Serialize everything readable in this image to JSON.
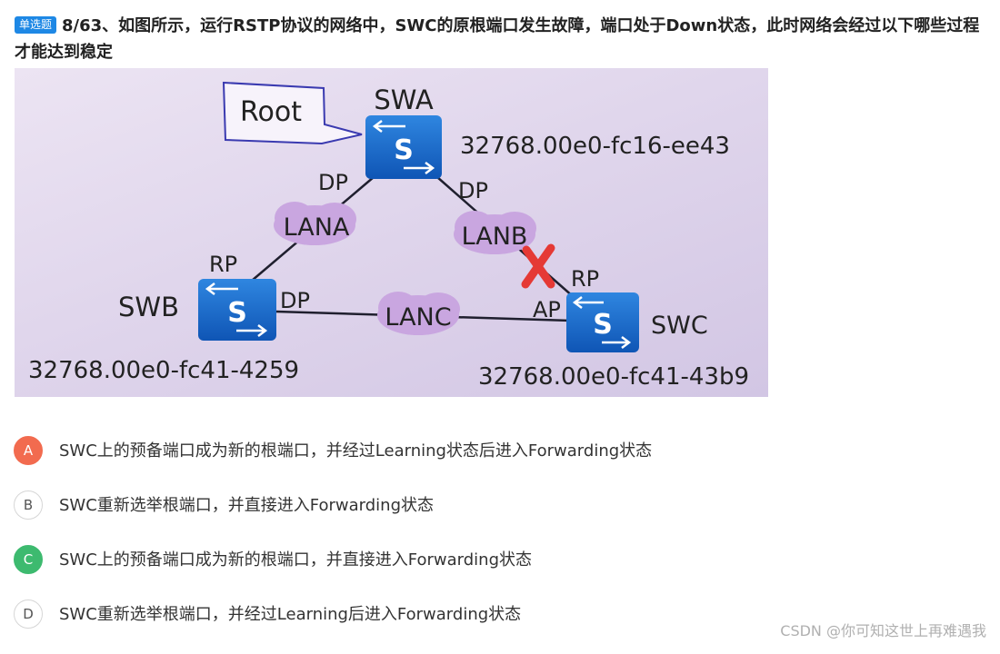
{
  "question": {
    "badge": "单选题",
    "text": "8/63、如图所示，运行RSTP协议的网络中，SWC的原根端口发生故障，端口处于Down状态，此时网络会经过以下哪些过程才能达到稳定"
  },
  "figure": {
    "root_label": "Root",
    "switches": {
      "swa": {
        "name": "SWA",
        "id": "32768.00e0-fc16-ee43",
        "glyph": "S"
      },
      "swb": {
        "name": "SWB",
        "id": "32768.00e0-fc41-4259",
        "glyph": "S"
      },
      "swc": {
        "name": "SWC",
        "id": "32768.00e0-fc41-43b9",
        "glyph": "S"
      }
    },
    "lans": {
      "a": "LANA",
      "b": "LANB",
      "c": "LANC"
    },
    "ports": {
      "swa_left": "DP",
      "swa_right": "DP",
      "swb_top": "RP",
      "swb_right": "DP",
      "swc_top": "RP",
      "swc_left": "AP"
    },
    "fault_marker": "x-mark-icon"
  },
  "options": [
    {
      "letter": "A",
      "state": "wrong",
      "text": "SWC上的预备端口成为新的根端口，并经过Learning状态后进入Forwarding状态"
    },
    {
      "letter": "B",
      "state": "normal",
      "text": "SWC重新选举根端口，并直接进入Forwarding状态"
    },
    {
      "letter": "C",
      "state": "correct",
      "text": "SWC上的预备端口成为新的根端口，并直接进入Forwarding状态"
    },
    {
      "letter": "D",
      "state": "normal",
      "text": "SWC重新选举根端口，并经过Learning后进入Forwarding状态"
    }
  ],
  "colors": {
    "badge": "#1e88e5",
    "wrong": "#f26b4f",
    "correct": "#3dba6f",
    "switch": "#1565c0",
    "cloud": "#c9a6e0",
    "fault": "#e53935"
  },
  "watermark": "CSDN @你可知这世上再难遇我"
}
